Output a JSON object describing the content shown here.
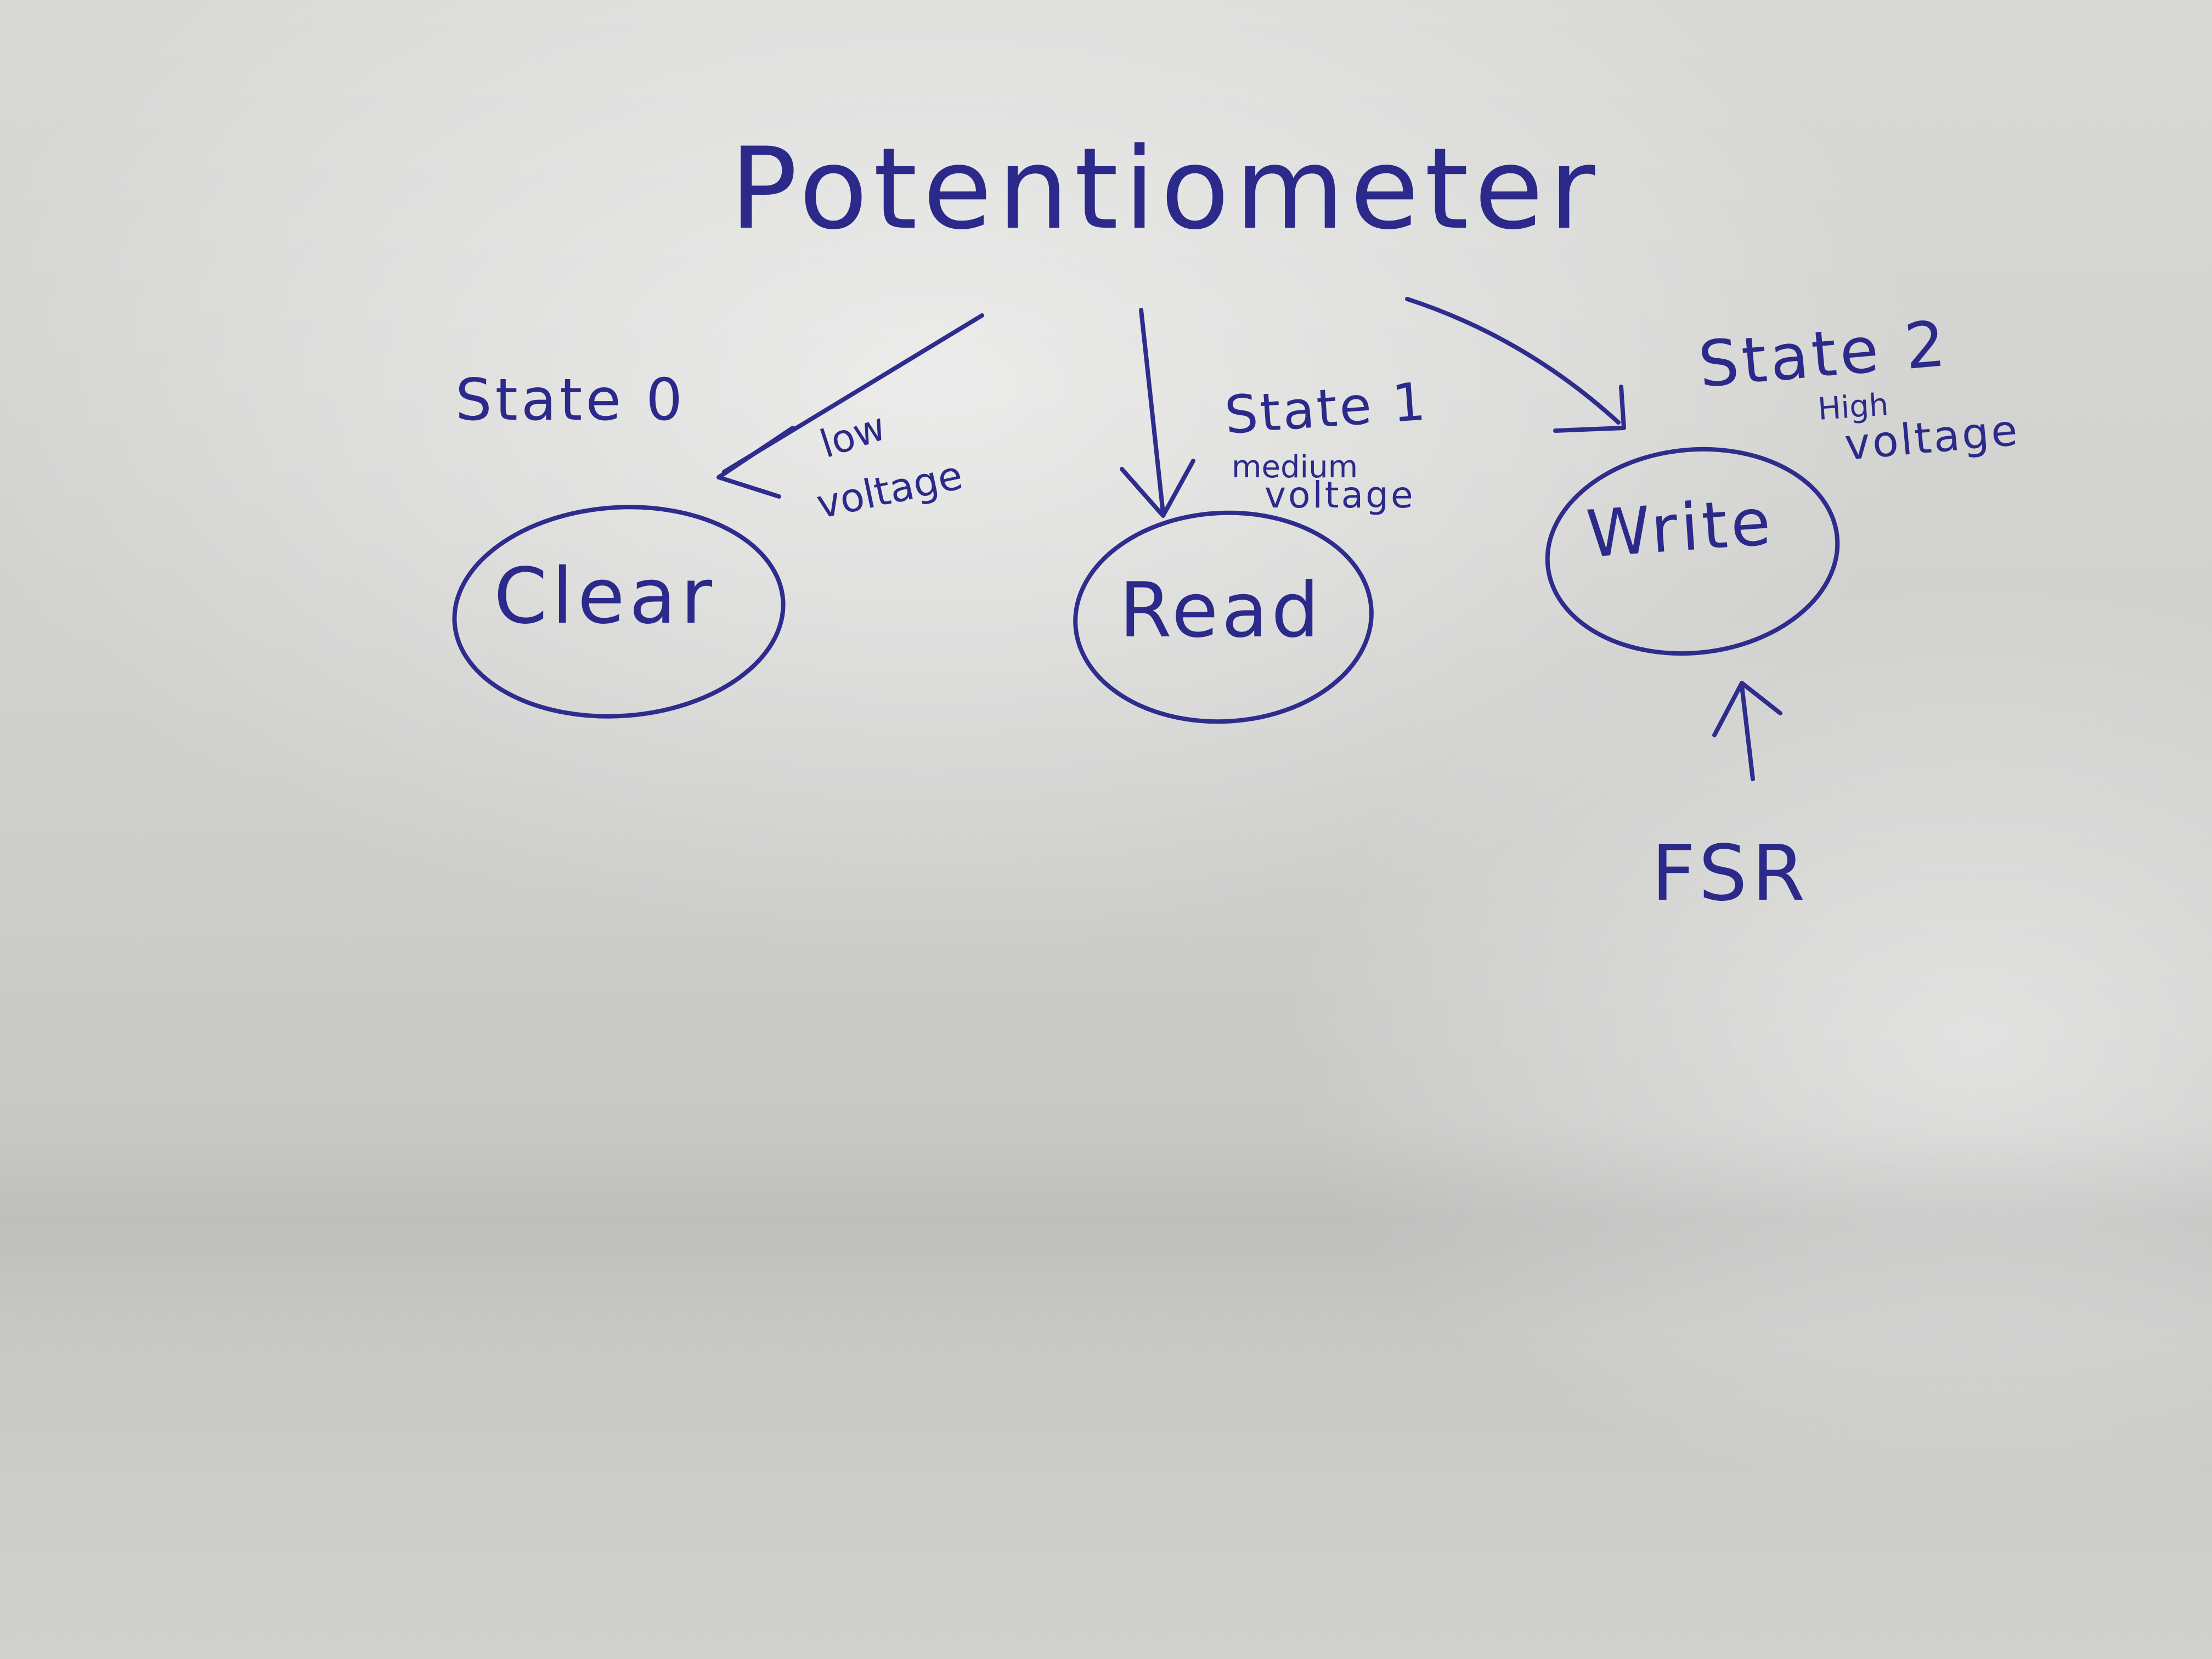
{
  "title": "Potentiometer",
  "nodes": [
    {
      "id": "clear",
      "label": "Clear",
      "state": "State 0",
      "voltage_line1": "low",
      "voltage_line2": "voltage"
    },
    {
      "id": "read",
      "label": "Read",
      "state": "State 1",
      "voltage_line1": "medium",
      "voltage_line2": "voltage"
    },
    {
      "id": "write",
      "label": "Write",
      "state": "State 2",
      "voltage_line1": "High",
      "voltage_line2": "voltage"
    }
  ],
  "input": {
    "label": "FSR"
  },
  "ink_color": "#2e2c8c"
}
